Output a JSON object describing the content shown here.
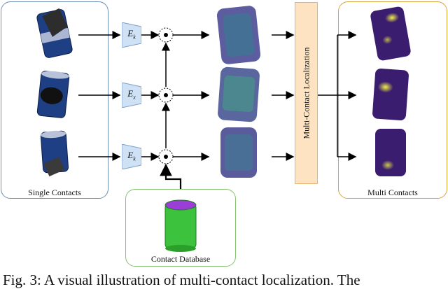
{
  "panels": {
    "single_contacts": "Single Contacts",
    "multi_contacts": "Multi Contacts",
    "contact_database": "Contact Database"
  },
  "localization_module": "Multi-Contact Localization",
  "encoders": [
    {
      "symbol": "E",
      "subscript": "k"
    },
    {
      "symbol": "E",
      "subscript": "x"
    },
    {
      "symbol": "E",
      "subscript": "k"
    }
  ],
  "figure_caption": "Fig. 3: A visual illustration of multi-contact localization. The",
  "colors": {
    "single_border": "#6d8fb6",
    "multi_border": "#d6a441",
    "database_border": "#86c270",
    "encoder_fill": "#cfe1f4",
    "localization_fill": "#fde3c1",
    "heatmap_base": "#3a1d6e",
    "heatmap_hot": "#e9e23a"
  }
}
